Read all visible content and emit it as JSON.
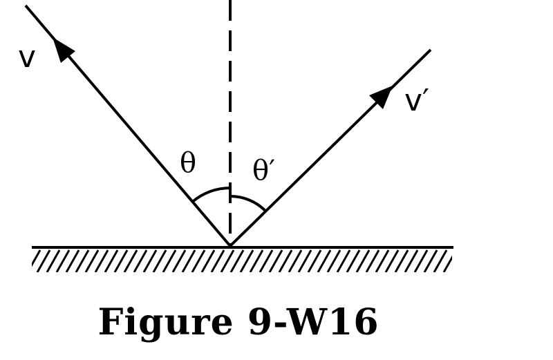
{
  "labels": {
    "incoming_velocity": "v",
    "outgoing_velocity": "v′",
    "incidence_angle": "θ",
    "reflection_angle": "θ′"
  },
  "caption": "Figure 9-W16"
}
